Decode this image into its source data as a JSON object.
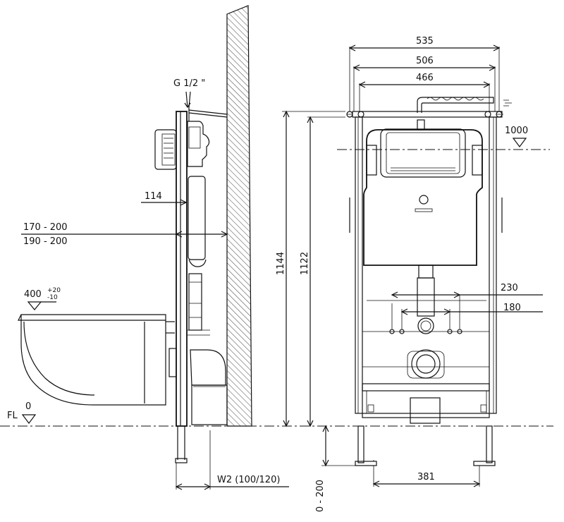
{
  "side_view": {
    "inlet_label": "G 1/2 \"",
    "dim_114": "114",
    "dim_170_200": "170 - 200",
    "dim_190_200": "190 - 200",
    "bowl_height_main": "400",
    "bowl_height_plus": "+20",
    "bowl_height_minus": "-10",
    "floor_label": "FL",
    "floor_zero": "0",
    "w2_label": "W2 (100/120)"
  },
  "front_view": {
    "dim_535": "535",
    "dim_506": "506",
    "dim_466": "466",
    "level_1000": "1000",
    "height_1144": "1144",
    "height_1122": "1122",
    "dim_230": "230",
    "dim_180": "180",
    "dim_381": "381",
    "leg_adjust": "0 - 200"
  }
}
